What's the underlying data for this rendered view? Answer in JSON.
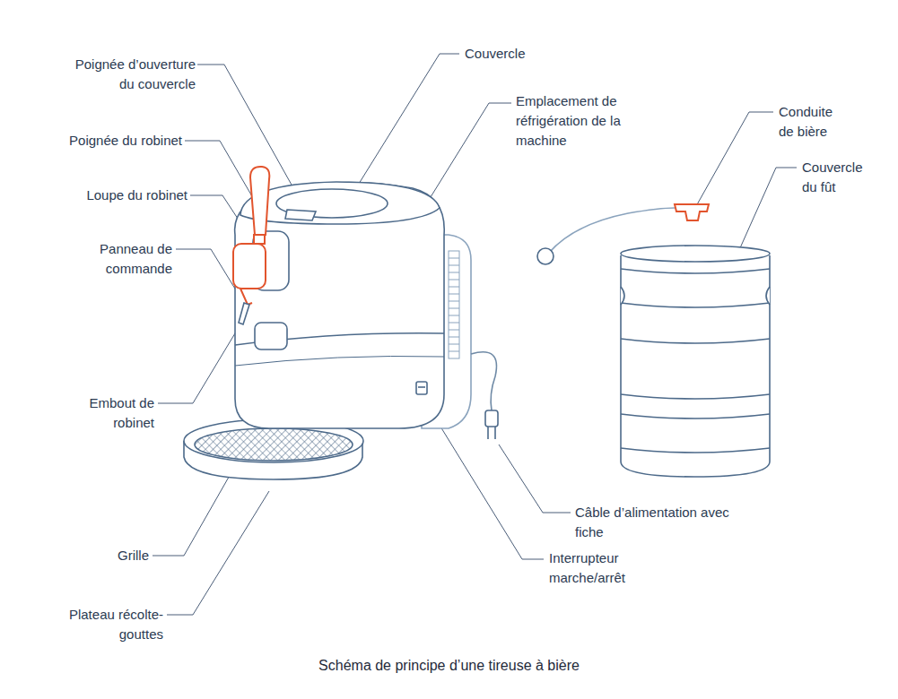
{
  "diagram": {
    "caption": "Schéma de principe d’une tireuse à bière",
    "labels": [
      "Poignée d’ouverture du couvercle",
      "Poignée du robinet",
      "Loupe du robinet",
      "Panneau de commande",
      "Embout de robinet",
      "Grille",
      "Plateau récolte-gouttes",
      "Couvercle",
      "Emplacement de réfrigération de la machine",
      "Conduite de bière",
      "Couvercle du fût",
      "Câble d’alimentation avec fiche",
      "Interrupteur marche/arrêt"
    ]
  }
}
